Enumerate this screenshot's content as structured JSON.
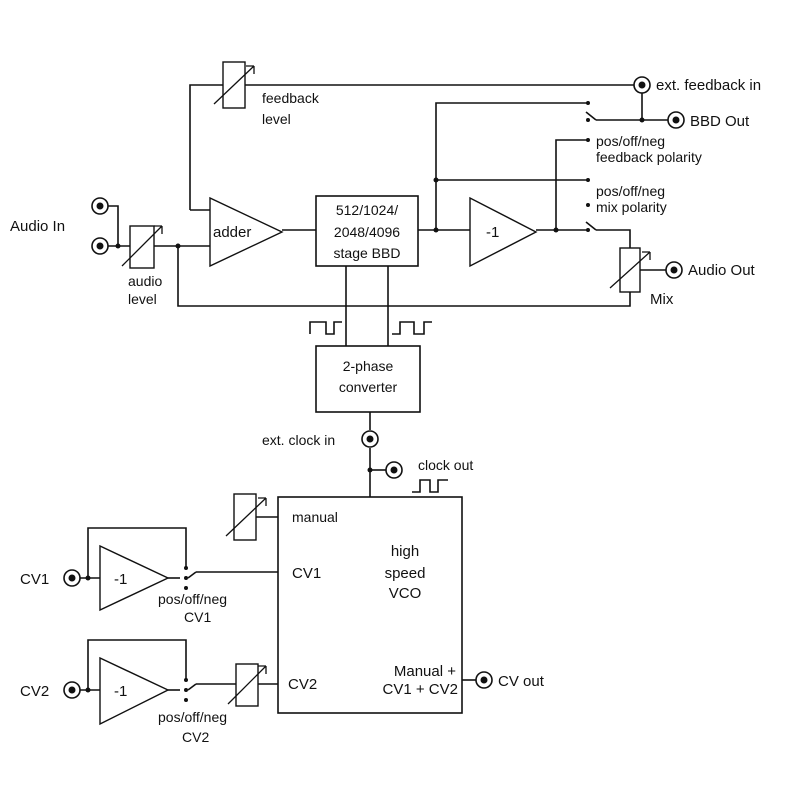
{
  "labels": {
    "ext_feedback_in": "ext. feedback in",
    "feedback_level_1": "feedback",
    "feedback_level_2": "level",
    "bbd_out": "BBD Out",
    "fb_polarity_1": "pos/off/neg",
    "fb_polarity_2": "feedback polarity",
    "mix_polarity_1": "pos/off/neg",
    "mix_polarity_2": "mix polarity",
    "audio_in": "Audio In",
    "audio_level_1": "audio",
    "audio_level_2": "level",
    "adder": "adder",
    "bbd_1": "512/1024/",
    "bbd_2": "2048/4096",
    "bbd_3": "stage BBD",
    "inverter_main": "-1",
    "audio_out": "Audio Out",
    "mix": "Mix",
    "converter_1": "2-phase",
    "converter_2": "converter",
    "ext_clock_in": "ext. clock in",
    "clock_out": "clock out",
    "manual": "manual",
    "vco_1": "high",
    "vco_2": "speed",
    "vco_3": "VCO",
    "cv1": "CV1",
    "cv1_in": "CV1",
    "inverter_cv1": "-1",
    "cv1_polarity_1": "pos/off/neg",
    "cv1_polarity_2": "CV1",
    "cv2": "CV2",
    "cv2_in": "CV2",
    "inverter_cv2": "-1",
    "cv2_polarity_1": "pos/off/neg",
    "cv2_polarity_2": "CV2",
    "manual_sum_1": "Manual +",
    "manual_sum_2": "CV1 + CV2",
    "cv_out": "CV out"
  }
}
